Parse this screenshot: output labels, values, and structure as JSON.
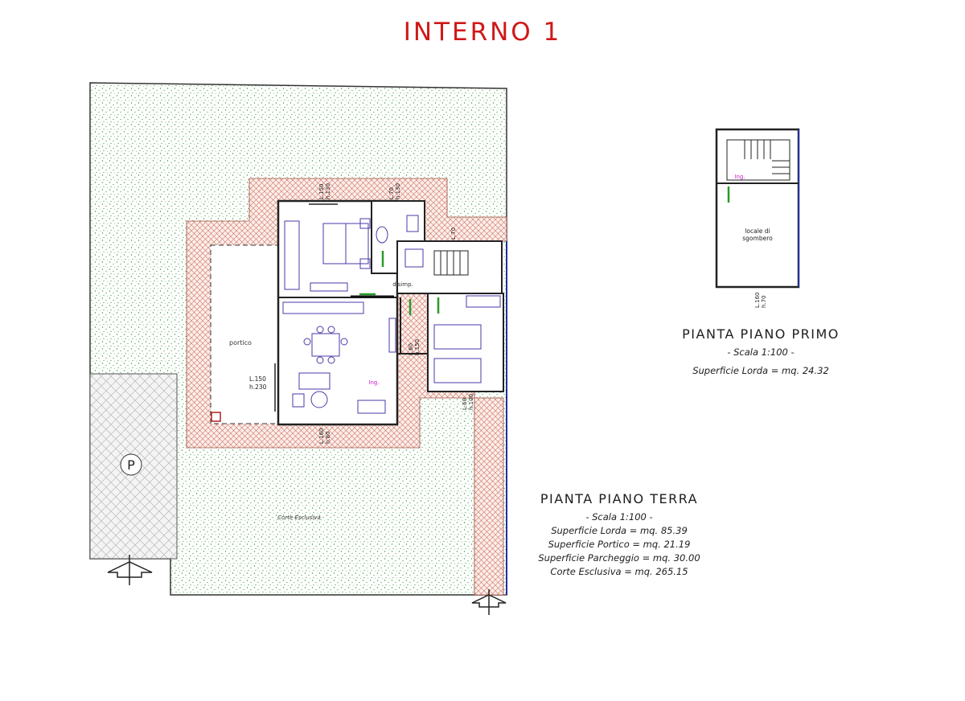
{
  "page": {
    "title": "INTERNO 1",
    "accent_color": "#d01818"
  },
  "plan_ground": {
    "heading": "PIANTA PIANO TERRA",
    "scale": "- Scala 1:100 -",
    "lines": [
      "Superficie Lorda = mq. 85.39",
      "Superficie Portico = mq. 21.19",
      "Superficie Parcheggio = mq. 30.00",
      "Corte Esclusiva = mq. 265.15"
    ],
    "labels": {
      "portico": "portico",
      "disimp": "disimp.",
      "ing": "Ing.",
      "corte": "Corte Esclusiva",
      "parking": "P"
    },
    "windows": {
      "w1": "L.150",
      "w1h": "h.130",
      "w2": "L.70",
      "w2h": "h.130",
      "w3": "L.70",
      "w4": "L.60",
      "w4h": "h.150",
      "w5": "L.150",
      "w5h": "h.230",
      "w6": "L.160",
      "w6h": "h.80",
      "w7": "L.60",
      "w7h": "h.100"
    }
  },
  "plan_first": {
    "heading": "PIANTA PIANO PRIMO",
    "scale": "- Scala 1:100 -",
    "lines": [
      "Superficie Lorda = mq. 24.32"
    ],
    "labels": {
      "room_line1": "locale di",
      "room_line2": "sgombero",
      "ing": "Ing."
    },
    "windows": {
      "w1": "L.160",
      "w1h": "h.70"
    }
  },
  "colors": {
    "garden_dots": "#3a9a3a",
    "hatch": "#d07060",
    "hatch_bg": "#fbeeea",
    "furniture": "#4a3aa8",
    "door_leaf": "#2a9a2a",
    "label_magenta": "#d020d0",
    "boundary_blue": "#2030a0"
  }
}
